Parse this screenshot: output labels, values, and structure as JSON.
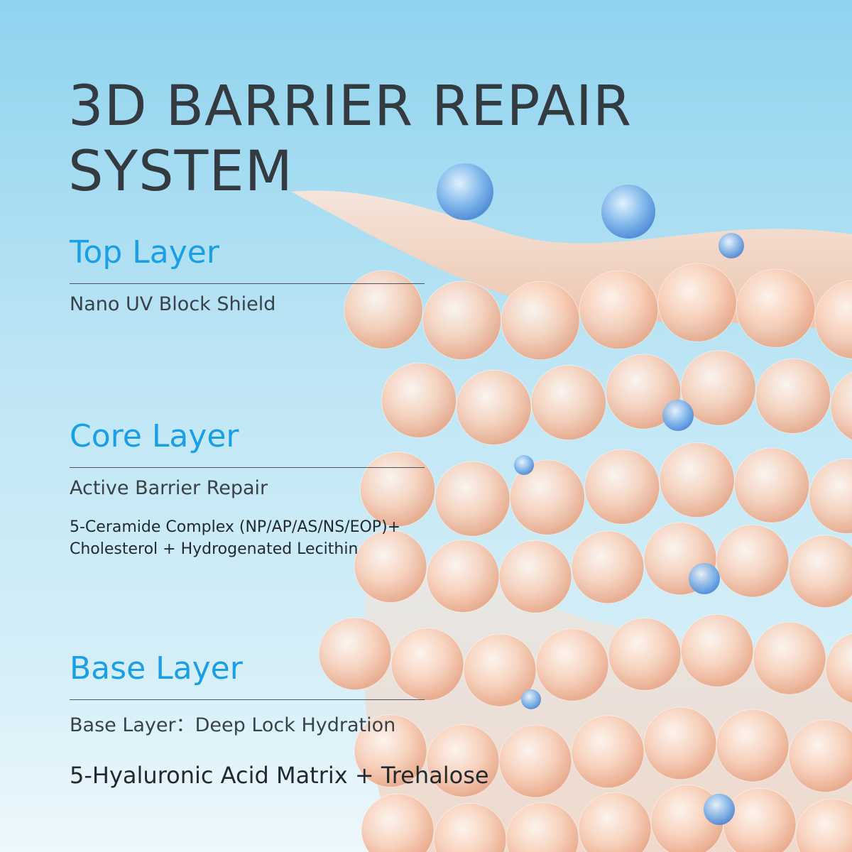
{
  "title_line1": "3D BARRIER REPAIR",
  "title_line2": "SYSTEM",
  "layers": [
    {
      "heading": "Top Layer",
      "subtitle": "Nano UV Block Shield"
    },
    {
      "heading": "Core Layer",
      "subtitle": "Active Barrier Repair",
      "ingredients_line1": "5-Ceramide Complex (NP/AP/AS/NS/EOP)+",
      "ingredients_line2": "Cholesterol + Hydrogenated Lecithin"
    },
    {
      "heading": "Base Layer",
      "subtitle": "Base Layer：Deep Lock Hydration",
      "ingredients": "5-Hyaluronic Acid Matrix + Trehalose"
    }
  ],
  "colors": {
    "heading": "#1a9fe6",
    "title": "#333a40"
  }
}
